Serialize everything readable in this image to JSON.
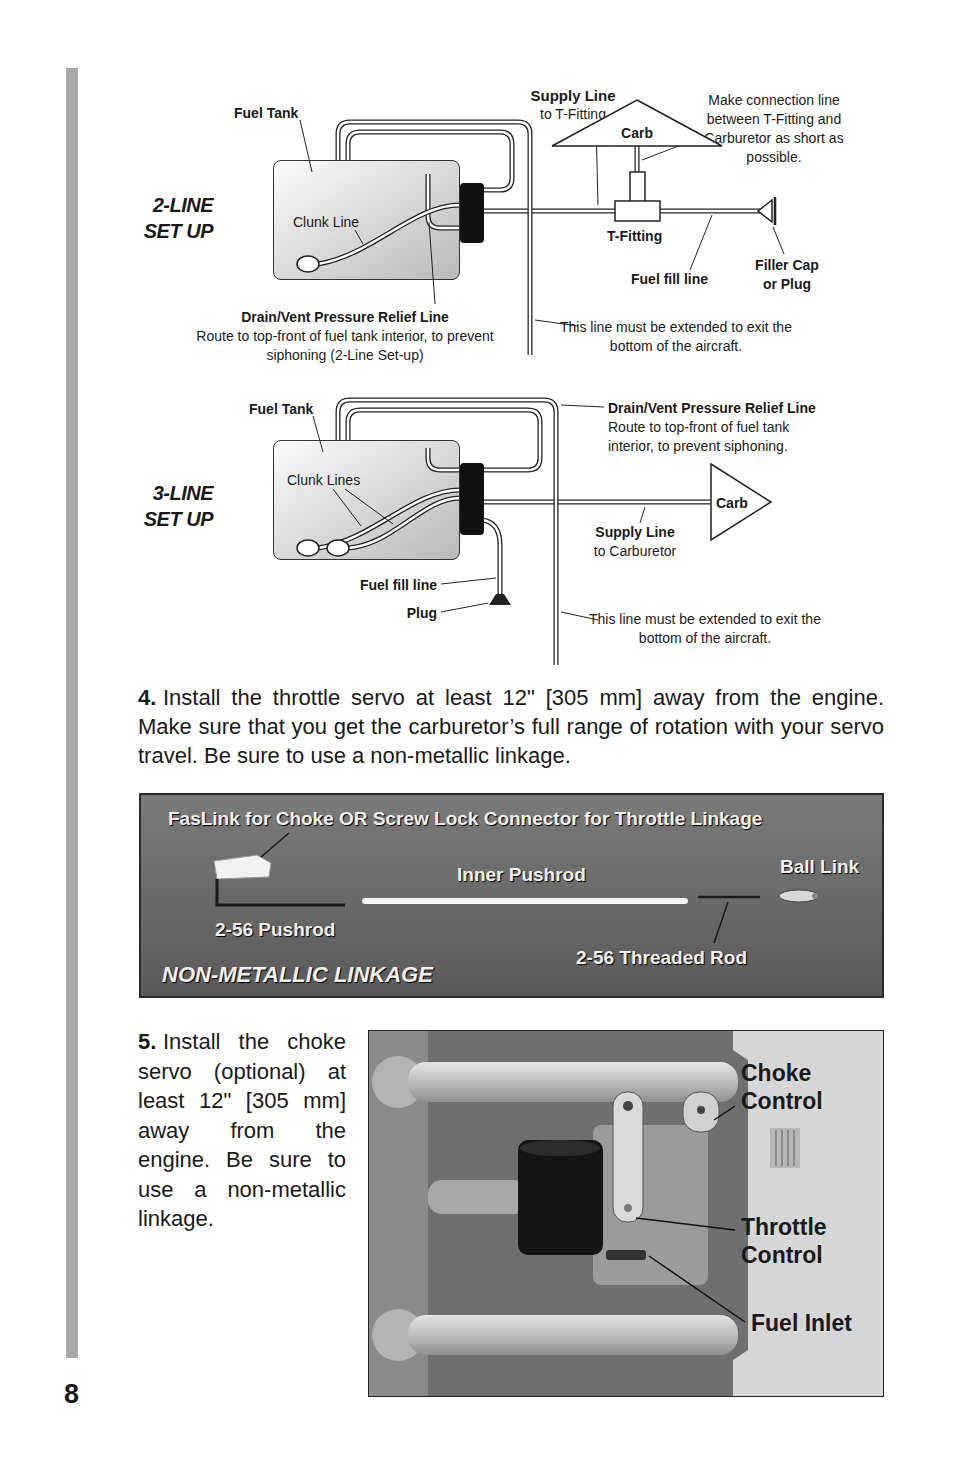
{
  "diagram": {
    "nodes": [
      {
        "text": [
          "Fuel Tank",
          "Clunk Line"
        ]
      },
      {
        "text": [
          "Carb"
        ]
      },
      {
        "text": [
          "Fuel Tank",
          "Clunk Lines"
        ]
      },
      {
        "text": [
          "Carb"
        ]
      },
      {
        "text": [
          "FasLink for Choke OR Screw Lock Connector for Throttle Linkage",
          "Inner Pushrod",
          "Ball Link",
          "2-56 Pushrod",
          "2-56 Threaded Rod",
          "NON-METALLIC LINKAGE"
        ]
      },
      {
        "text": [
          "Choke Control",
          "Throttle Control",
          "Fuel Inlet"
        ]
      }
    ],
    "edges": [
      {
        "from": 0,
        "to": 1,
        "arrow": "none"
      },
      {
        "from": 2,
        "to": 3,
        "arrow": "none"
      }
    ],
    "labels": [
      "Supply Line",
      "to T-Fitting",
      "Make connection line between T-Fitting and Carburetor as short as possible.",
      "2-LINE SET UP",
      "T-Fitting",
      "Fuel fill line",
      "Filler Cap or Plug",
      "Drain/Vent Pressure Relief Line",
      "Route to top-front of fuel tank interior, to prevent siphoning (2-Line Set-up)",
      "This line must be extended to exit the bottom of the aircraft.",
      "Drain/Vent Pressure Relief Line",
      "Route to top-front of fuel tank interior, to prevent siphoning.",
      "3-LINE SET UP",
      "Supply Line",
      "to Carburetor",
      "Fuel fill line",
      "Plug",
      "This line must be extended to exit the bottom of the aircraft.",
      "4.",
      "Install the throttle servo at least 12\" [305 mm] away from the engine. Make sure that you get the carburetor’s full range of rotation with your servo travel. Be sure to use a non-metallic linkage.",
      "5.",
      "Install the choke servo (optional) at least 12\" [305 mm] away from the engine. Be sure to use a non-metallic linkage.",
      "8"
    ]
  }
}
